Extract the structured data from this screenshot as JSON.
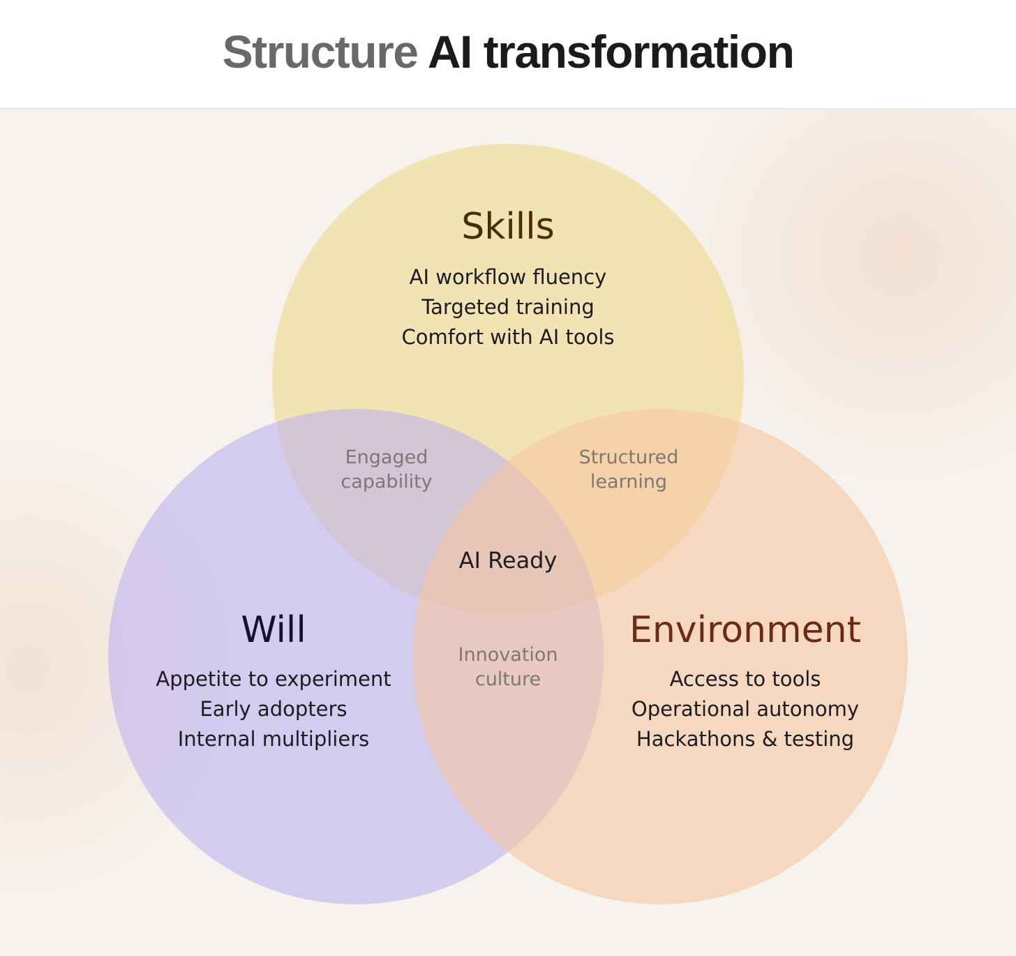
{
  "header": {
    "title_part1": "Structure",
    "title_part2": "AI transformation"
  },
  "colors": {
    "skills_fill": "#f0d88a",
    "will_fill": "#bdb3f0",
    "environment_fill": "#f6c6a2",
    "skills_heading": "#4a2b0c",
    "will_heading": "#141033",
    "environment_heading": "#6a2a14"
  },
  "diagram": {
    "skills": {
      "heading": "Skills",
      "items": [
        "AI workflow fluency",
        "Targeted training",
        "Comfort with AI tools"
      ]
    },
    "will": {
      "heading": "Will",
      "items": [
        "Appetite to experiment",
        "Early adopters",
        "Internal multipliers"
      ]
    },
    "environment": {
      "heading": "Environment",
      "items": [
        "Access to tools",
        "Operational autonomy",
        "Hackathons & testing"
      ]
    },
    "overlaps": {
      "skills_will": [
        "Engaged",
        "capability"
      ],
      "skills_environment": [
        "Structured",
        "learning"
      ],
      "will_environment": [
        "Innovation",
        "culture"
      ]
    },
    "center": "AI Ready"
  }
}
